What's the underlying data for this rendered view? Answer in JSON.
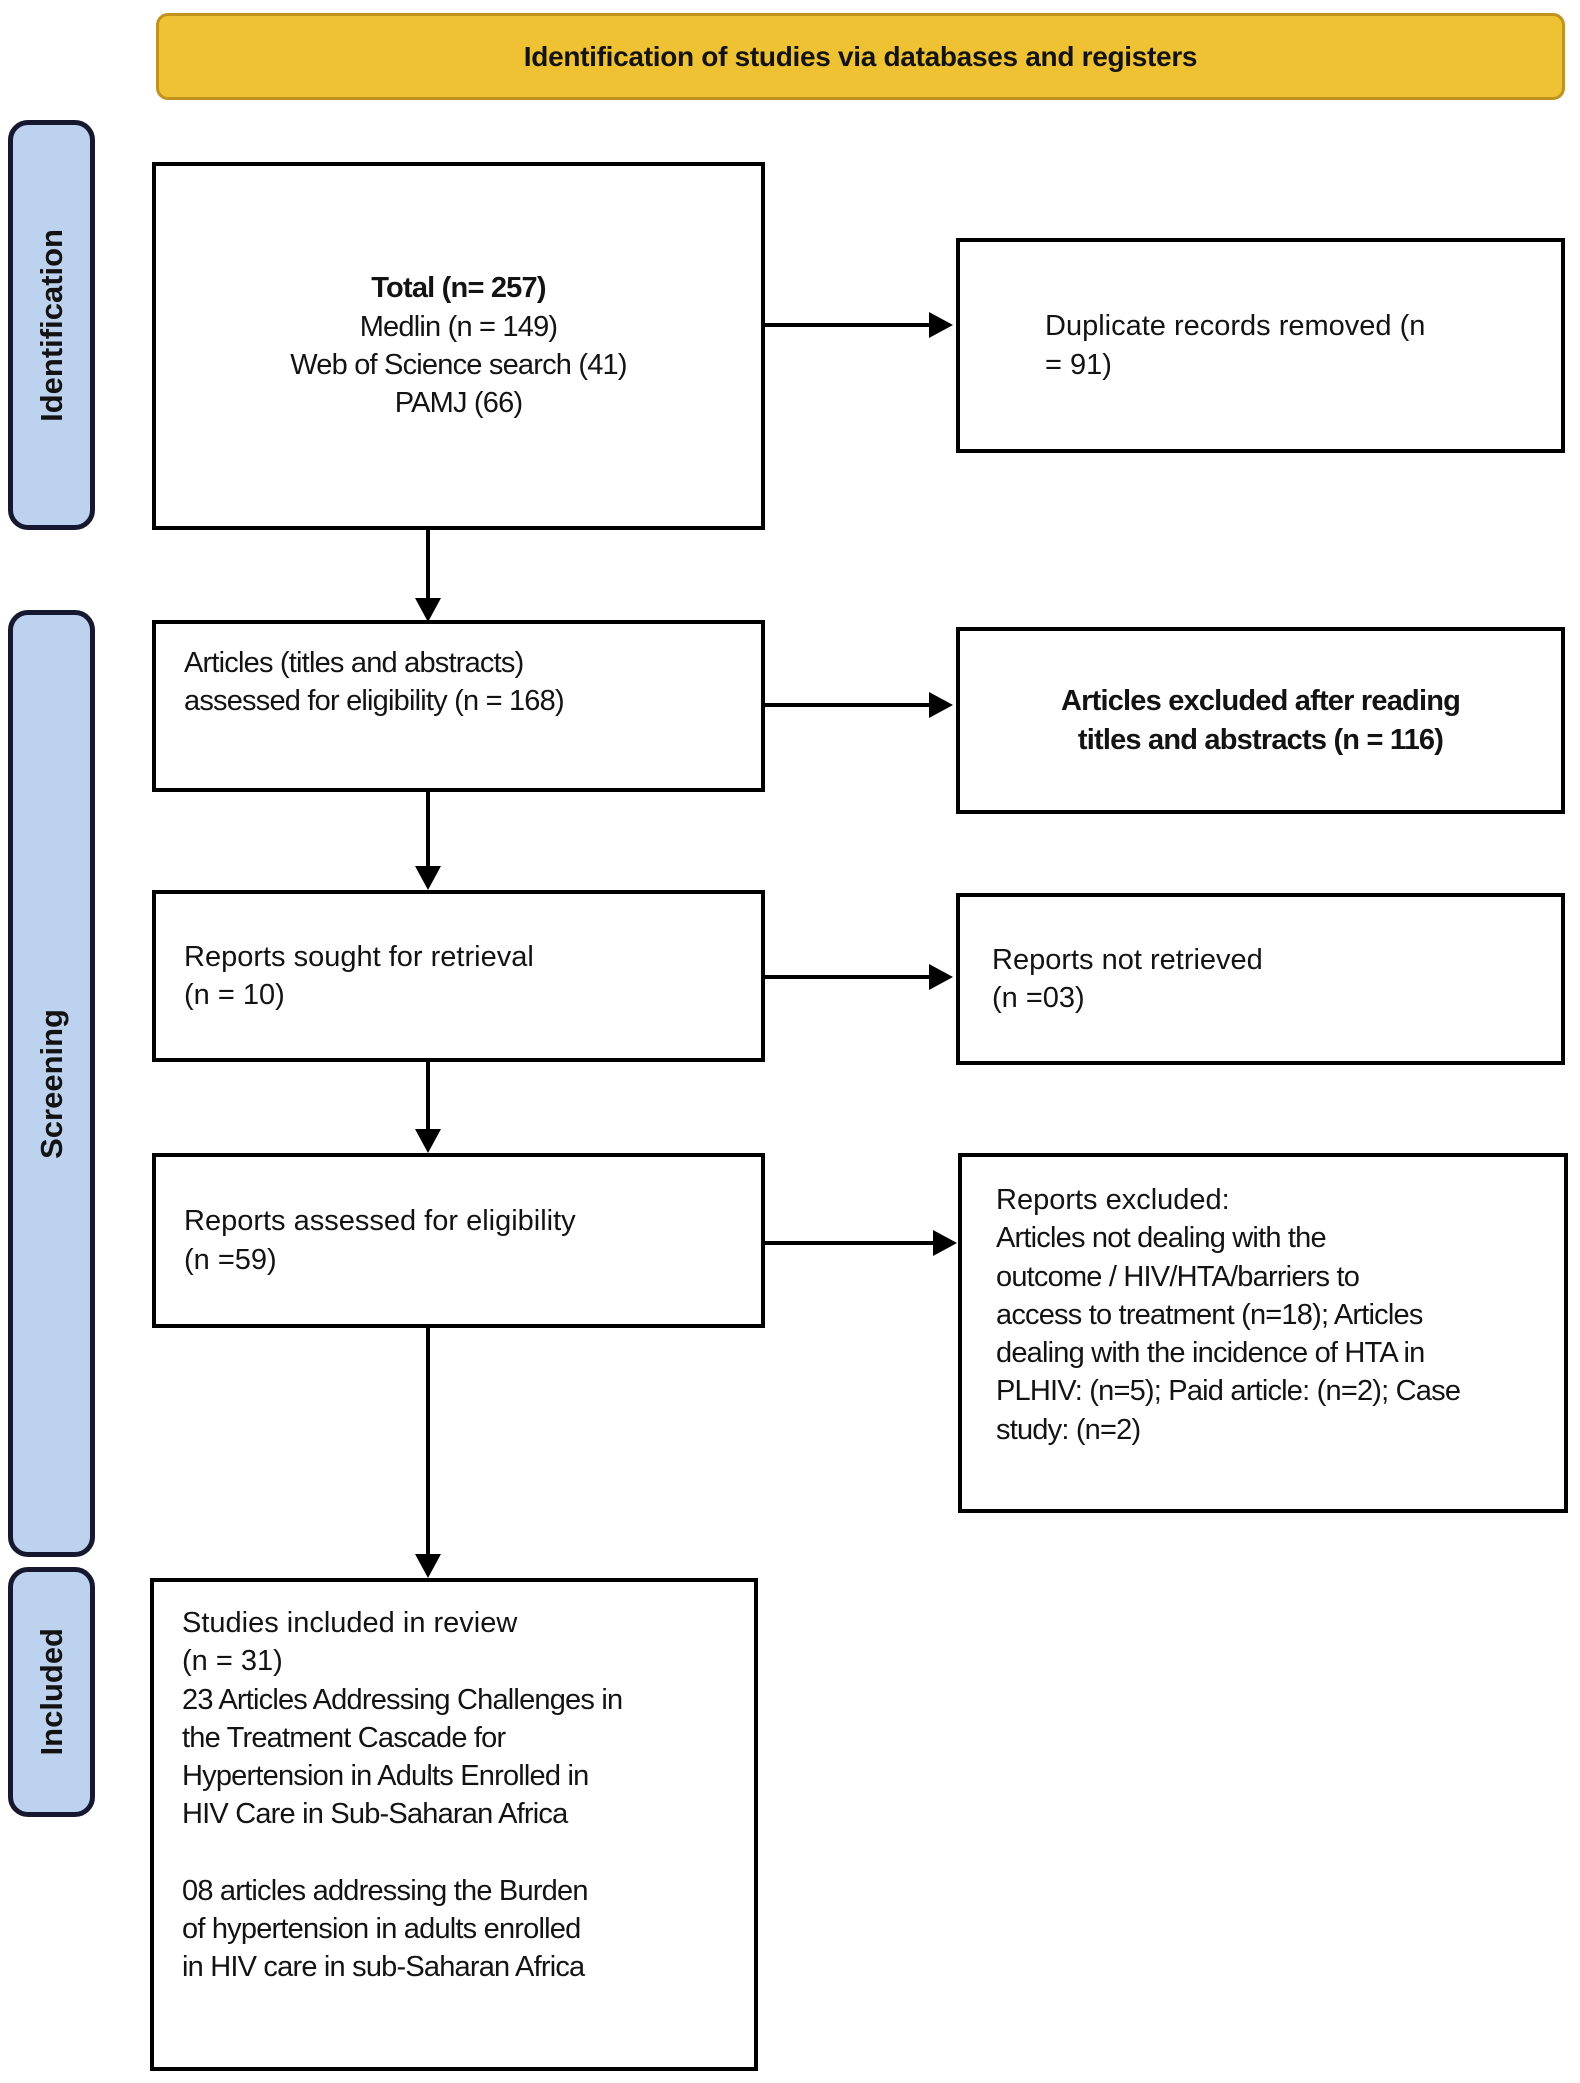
{
  "diagram": {
    "banner": "Identification of studies via databases and registers",
    "stage_labels": {
      "identification": "Identification",
      "screening": "Screening",
      "included": "Included"
    },
    "boxes": {
      "total": {
        "title": "Total (n= 257)",
        "body": "Medlin (n = 149)\nWeb of Science search (41)\nPAMJ (66)"
      },
      "duplicates_removed": {
        "body": "Duplicate records removed (n\n= 91)"
      },
      "titles_abstracts_assessed": {
        "body": "Articles (titles and abstracts)\nassessed for eligibility (n = 168)"
      },
      "excluded_titles_abstracts": {
        "body": "Articles excluded after reading\ntitles and abstracts (n = 116)"
      },
      "reports_sought": {
        "body": "Reports sought for retrieval\n(n = 10)"
      },
      "reports_not_retrieved": {
        "body": "Reports not retrieved\n(n =03)"
      },
      "reports_assessed": {
        "body": "Reports assessed for eligibility\n(n =59)"
      },
      "reports_excluded": {
        "heading": "Reports excluded:",
        "body": "Articles not dealing with the\noutcome / HIV/HTA/barriers to\naccess to treatment (n=18); Articles\ndealing with the incidence of HTA in\nPLHIV: (n=5); Paid article: (n=2); Case\nstudy: (n=2)"
      },
      "studies_included": {
        "heading": "Studies included in review\n(n = 31)",
        "body": "23 Articles Addressing Challenges in\nthe Treatment Cascade for\nHypertension in Adults Enrolled in\nHIV Care in Sub-Saharan Africa\n\n08 articles addressing the Burden\nof hypertension in adults enrolled\nin HIV care in sub-Saharan Africa"
      }
    },
    "colors": {
      "banner_bg": "#EFC233",
      "banner_border": "#C0921E",
      "stage_bg": "#BDD2EE",
      "stage_border": "#16182F",
      "box_border": "#000000",
      "arrow": "#000000"
    }
  }
}
